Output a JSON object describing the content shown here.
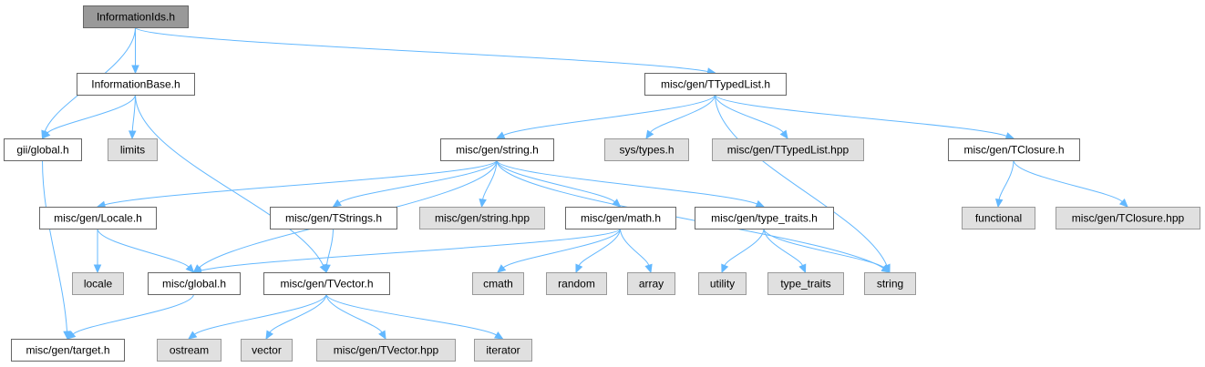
{
  "nodes": {
    "informationids": {
      "label": "InformationIds.h",
      "kind": "current"
    },
    "informationbase": {
      "label": "InformationBase.h",
      "kind": "local"
    },
    "ttypedlist": {
      "label": "misc/gen/TTypedList.h",
      "kind": "local"
    },
    "gii_global": {
      "label": "gii/global.h",
      "kind": "local"
    },
    "limits": {
      "label": "limits",
      "kind": "system"
    },
    "string_h": {
      "label": "misc/gen/string.h",
      "kind": "local"
    },
    "sys_types": {
      "label": "sys/types.h",
      "kind": "system"
    },
    "ttypedlist_hpp": {
      "label": "misc/gen/TTypedList.hpp",
      "kind": "system"
    },
    "tclosure": {
      "label": "misc/gen/TClosure.h",
      "kind": "local"
    },
    "locale_h": {
      "label": "misc/gen/Locale.h",
      "kind": "local"
    },
    "tstrings": {
      "label": "misc/gen/TStrings.h",
      "kind": "local"
    },
    "string_hpp": {
      "label": "misc/gen/string.hpp",
      "kind": "system"
    },
    "math_h": {
      "label": "misc/gen/math.h",
      "kind": "local"
    },
    "type_traits_h": {
      "label": "misc/gen/type_traits.h",
      "kind": "local"
    },
    "functional": {
      "label": "functional",
      "kind": "system"
    },
    "tclosure_hpp": {
      "label": "misc/gen/TClosure.hpp",
      "kind": "system"
    },
    "locale": {
      "label": "locale",
      "kind": "system"
    },
    "misc_global": {
      "label": "misc/global.h",
      "kind": "local"
    },
    "tvector": {
      "label": "misc/gen/TVector.h",
      "kind": "local"
    },
    "cmath": {
      "label": "cmath",
      "kind": "system"
    },
    "random": {
      "label": "random",
      "kind": "system"
    },
    "array": {
      "label": "array",
      "kind": "system"
    },
    "utility": {
      "label": "utility",
      "kind": "system"
    },
    "type_traits": {
      "label": "type_traits",
      "kind": "system"
    },
    "string": {
      "label": "string",
      "kind": "system"
    },
    "target": {
      "label": "misc/gen/target.h",
      "kind": "local"
    },
    "ostream": {
      "label": "ostream",
      "kind": "system"
    },
    "vector": {
      "label": "vector",
      "kind": "system"
    },
    "tvector_hpp": {
      "label": "misc/gen/TVector.hpp",
      "kind": "system"
    },
    "iterator": {
      "label": "iterator",
      "kind": "system"
    }
  },
  "edges": [
    [
      "informationids",
      "informationbase"
    ],
    [
      "informationids",
      "gii_global"
    ],
    [
      "informationids",
      "ttypedlist"
    ],
    [
      "informationbase",
      "gii_global"
    ],
    [
      "informationbase",
      "limits"
    ],
    [
      "informationbase",
      "tvector"
    ],
    [
      "ttypedlist",
      "string_h"
    ],
    [
      "ttypedlist",
      "sys_types"
    ],
    [
      "ttypedlist",
      "ttypedlist_hpp"
    ],
    [
      "ttypedlist",
      "tclosure"
    ],
    [
      "ttypedlist",
      "string"
    ],
    [
      "gii_global",
      "target"
    ],
    [
      "string_h",
      "locale_h"
    ],
    [
      "string_h",
      "misc_global"
    ],
    [
      "string_h",
      "tstrings"
    ],
    [
      "string_h",
      "string_hpp"
    ],
    [
      "string_h",
      "math_h"
    ],
    [
      "string_h",
      "type_traits_h"
    ],
    [
      "string_h",
      "string"
    ],
    [
      "tclosure",
      "functional"
    ],
    [
      "tclosure",
      "tclosure_hpp"
    ],
    [
      "locale_h",
      "locale"
    ],
    [
      "locale_h",
      "misc_global"
    ],
    [
      "tstrings",
      "tvector"
    ],
    [
      "math_h",
      "misc_global"
    ],
    [
      "math_h",
      "cmath"
    ],
    [
      "math_h",
      "random"
    ],
    [
      "math_h",
      "array"
    ],
    [
      "type_traits_h",
      "utility"
    ],
    [
      "type_traits_h",
      "type_traits"
    ],
    [
      "type_traits_h",
      "string"
    ],
    [
      "misc_global",
      "target"
    ],
    [
      "tvector",
      "ostream"
    ],
    [
      "tvector",
      "vector"
    ],
    [
      "tvector",
      "tvector_hpp"
    ],
    [
      "tvector",
      "iterator"
    ]
  ],
  "colors": {
    "edge": "#63b8ff",
    "current_fill": "#999999",
    "local_fill": "#ffffff",
    "system_fill": "#e0e0e0"
  }
}
